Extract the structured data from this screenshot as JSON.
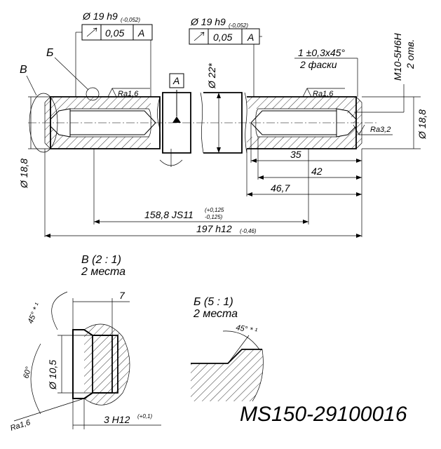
{
  "tolerance_frames": [
    {
      "size": "Ø 19 h9",
      "tol": "(-0,052)",
      "runout": "0,05",
      "datum": "A"
    },
    {
      "size": "Ø 19 h9",
      "tol": "(-0,052)",
      "runout": "0,05",
      "datum": "A"
    }
  ],
  "labels": {
    "view_b": "В",
    "view_be": "Б",
    "datum_a": "A",
    "dia22": "Ø 22*",
    "ra16_left": "Ra1,6",
    "ra16_right": "Ra1,6",
    "ra32": "Ra3,2",
    "chamfer_line1": "1 ±0,3x45°",
    "chamfer_line2": "2 фаски",
    "thread_line1": "M10-5H6H",
    "thread_line2": "2 отв.",
    "dia188_left": "Ø 18,8",
    "dia188_right": "Ø 18,8"
  },
  "dimensions": {
    "d35": "35",
    "d42": "42",
    "d467": "46,7",
    "d1588": "158,8 JS11",
    "d1588_tol_up": "(+0,125",
    "d1588_tol_dn": "-0,125)",
    "d197": "197 h12",
    "d197_tol": "(-0,46)"
  },
  "detail_b": {
    "title": "В  (2 : 1)",
    "subtitle": "2 места",
    "dim7": "7",
    "angle45": "45° * ¹",
    "angle60": "60°",
    "dia105": "Ø 10,5",
    "ra16": "Ra1,6",
    "dim3": "3 H12",
    "dim3_tol": "(+0,1)"
  },
  "detail_be": {
    "title": "Б  (5 : 1)",
    "subtitle": "2 места",
    "angle45": "45° * ¹"
  },
  "drawing_number": "MS150-29100016"
}
